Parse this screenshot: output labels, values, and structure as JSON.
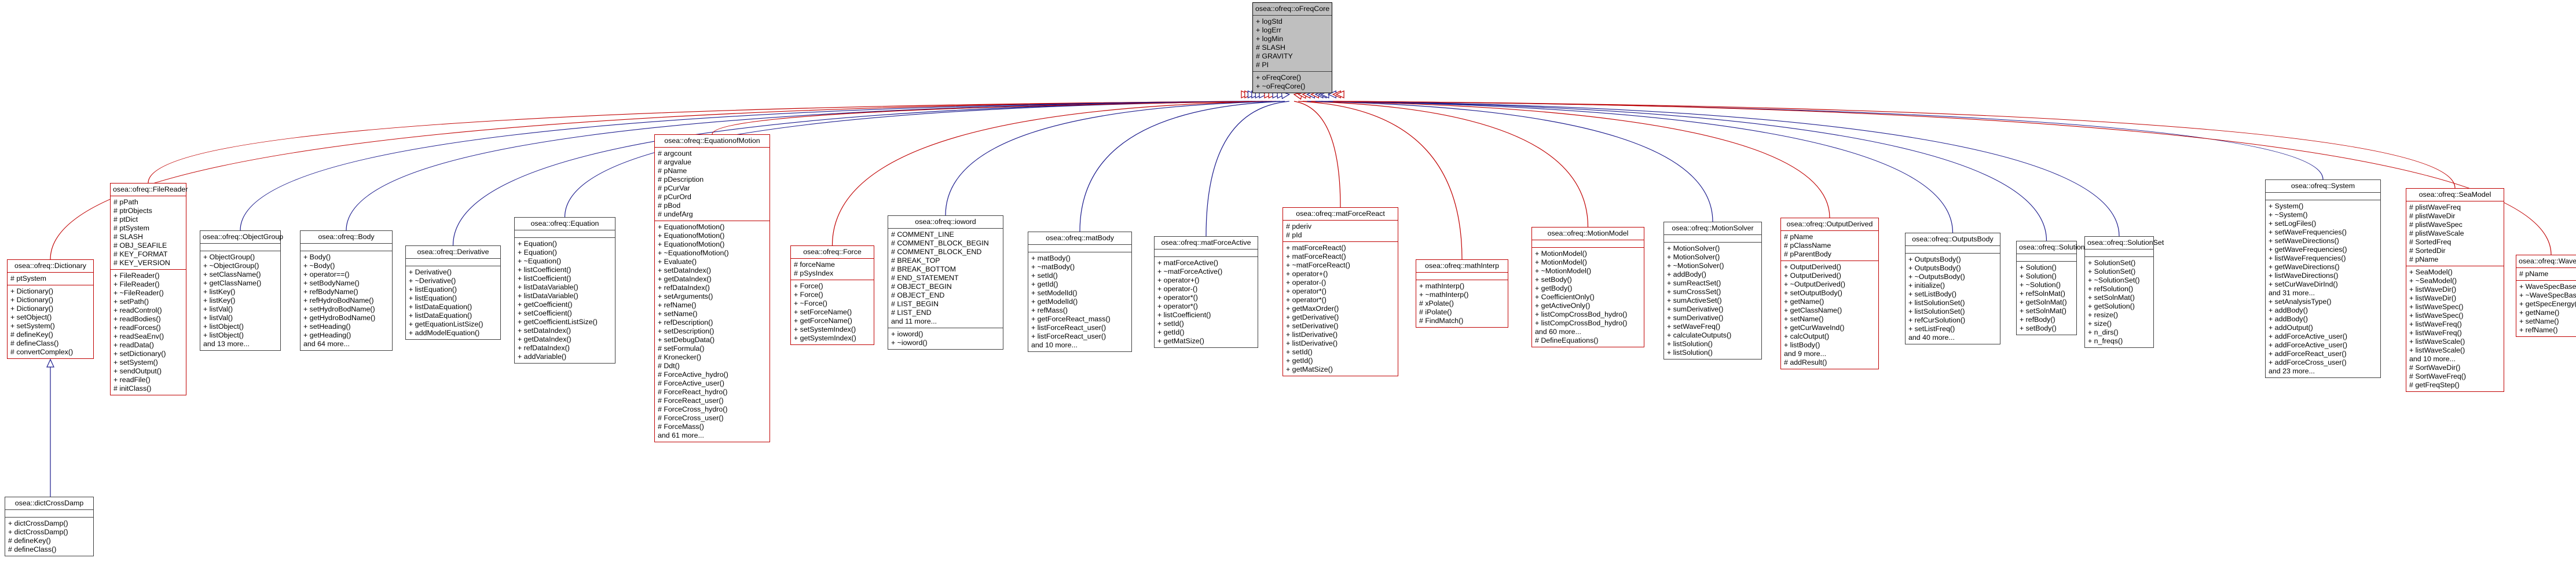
{
  "colors": {
    "red_edge": "#c00000",
    "blue_edge": "#1a1a8c",
    "gray_edge": "#404040",
    "root_fill": "#bfbfbf"
  },
  "classes": [
    {
      "id": "oFreqCore",
      "root": true,
      "red": false,
      "title": "osea::ofreq::oFreqCore",
      "attrs": [
        "+ logStd",
        "+ logErr",
        "+ logMin",
        "# SLASH",
        "# GRAVITY",
        "# PI"
      ],
      "methods": [
        "+ oFreqCore()",
        "+ ~oFreqCore()"
      ]
    },
    {
      "id": "Dictionary",
      "red": true,
      "title": "osea::ofreq::Dictionary",
      "attrs": [
        "# ptSystem"
      ],
      "methods": [
        "+ Dictionary()",
        "+ Dictionary()",
        "+ Dictionary()",
        "+ setObject()",
        "+ setSystem()",
        "# defineKey()",
        "# defineClass()",
        "# convertComplex()"
      ]
    },
    {
      "id": "dictCrossDamp",
      "red": false,
      "title": "osea::dictCrossDamp",
      "attrs": [],
      "methods": [
        "+ dictCrossDamp()",
        "+ dictCrossDamp()",
        "# defineKey()",
        "# defineClass()"
      ]
    },
    {
      "id": "FileReader",
      "red": true,
      "title": "osea::ofreq::FileReader",
      "attrs": [
        "# pPath",
        "# ptrObjects",
        "# ptDict",
        "# ptSystem",
        "# SLASH",
        "# OBJ_SEAFILE",
        "# KEY_FORMAT",
        "# KEY_VERSION"
      ],
      "methods": [
        "+ FileReader()",
        "+ FileReader()",
        "+ ~FileReader()",
        "+ setPath()",
        "+ readControl()",
        "+ readBodies()",
        "+ readForces()",
        "+ readSeaEnv()",
        "+ readData()",
        "+ setDictionary()",
        "+ setSystem()",
        "+ sendOutput()",
        "+ readFile()",
        "# initClass()"
      ]
    },
    {
      "id": "ObjectGroup",
      "red": false,
      "title": "osea::ofreq::ObjectGroup",
      "attrs": [],
      "methods": [
        "+ ObjectGroup()",
        "+ ~ObjectGroup()",
        "+ setClassName()",
        "+ getClassName()",
        "+ listKey()",
        "+ listKey()",
        "+ listVal()",
        "+ listVal()",
        "+ listObject()",
        "+ listObject()",
        "and 13 more..."
      ]
    },
    {
      "id": "Body",
      "red": false,
      "title": "osea::ofreq::Body",
      "attrs": [],
      "methods": [
        "+ Body()",
        "+ ~Body()",
        "+ operator==()",
        "+ setBodyName()",
        "+ refBodyName()",
        "+ refHydroBodName()",
        "+ setHydroBodName()",
        "+ getHydroBodName()",
        "+ setHeading()",
        "+ getHeading()",
        "and 64 more..."
      ]
    },
    {
      "id": "Derivative",
      "red": false,
      "title": "osea::ofreq::Derivative",
      "attrs": [],
      "methods": [
        "+ Derivative()",
        "+ ~Derivative()",
        "+ listEquation()",
        "+ listEquation()",
        "+ listDataEquation()",
        "+ listDataEquation()",
        "+ getEquationListSize()",
        "+ addModelEquation()"
      ]
    },
    {
      "id": "Equation",
      "red": false,
      "title": "osea::ofreq::Equation",
      "attrs": [],
      "methods": [
        "+ Equation()",
        "+ Equation()",
        "+ ~Equation()",
        "+ listCoefficient()",
        "+ listCoefficient()",
        "+ listDataVariable()",
        "+ listDataVariable()",
        "+ getCoefficient()",
        "+ setCoefficient()",
        "+ getCoefficientListSize()",
        "+ setDataIndex()",
        "+ getDataIndex()",
        "+ refDataIndex()",
        "+ addVariable()"
      ]
    },
    {
      "id": "EquationofMotion",
      "red": true,
      "title": "osea::ofreq::EquationofMotion",
      "attrs": [
        "# argcount",
        "# argvalue",
        "# pName",
        "# pDescription",
        "# pCurVar",
        "# pCurOrd",
        "# pBod",
        "# undefArg"
      ],
      "methods": [
        "+ EquationofMotion()",
        "+ EquationofMotion()",
        "+ EquationofMotion()",
        "+ ~EquationofMotion()",
        "+ Evaluate()",
        "+ setDataIndex()",
        "+ getDataIndex()",
        "+ refDataIndex()",
        "+ setArguments()",
        "+ refName()",
        "+ setName()",
        "+ refDescription()",
        "+ setDescription()",
        "+ setDebugData()",
        "# setFormula()",
        "# Kronecker()",
        "# Ddt()",
        "# ForceActive_hydro()",
        "# ForceActive_user()",
        "# ForceReact_hydro()",
        "# ForceReact_user()",
        "# ForceCross_hydro()",
        "# ForceCross_user()",
        "# ForceMass()",
        "and 61 more..."
      ]
    },
    {
      "id": "Force",
      "red": true,
      "title": "osea::ofreq::Force",
      "attrs": [
        "# forceName",
        "# pSysIndex"
      ],
      "methods": [
        "+ Force()",
        "+ Force()",
        "+ ~Force()",
        "+ setForceName()",
        "+ getForceName()",
        "+ setSystemIndex()",
        "+ getSystemIndex()"
      ]
    },
    {
      "id": "ioword",
      "red": false,
      "title": "osea::ofreq::ioword",
      "attrs": [
        "# COMMENT_LINE",
        "# COMMENT_BLOCK_BEGIN",
        "# COMMENT_BLOCK_END",
        "# BREAK_TOP",
        "# BREAK_BOTTOM",
        "# END_STATEMENT",
        "# OBJECT_BEGIN",
        "# OBJECT_END",
        "# LIST_BEGIN",
        "# LIST_END",
        "and 11 more..."
      ],
      "methods": [
        "+ ioword()",
        "+ ~ioword()"
      ]
    },
    {
      "id": "matBody",
      "red": false,
      "title": "osea::ofreq::matBody",
      "attrs": [],
      "methods": [
        "+ matBody()",
        "+ ~matBody()",
        "+ setId()",
        "+ getId()",
        "+ setModelId()",
        "+ getModelId()",
        "+ refMass()",
        "+ getForceReact_mass()",
        "+ listForceReact_user()",
        "+ listForceReact_user()",
        "and 10 more..."
      ]
    },
    {
      "id": "matForceActive",
      "red": false,
      "title": "osea::ofreq::matForceActive",
      "attrs": [],
      "methods": [
        "+ matForceActive()",
        "+ ~matForceActive()",
        "+ operator+()",
        "+ operator-()",
        "+ operator*()",
        "+ operator*()",
        "+ listCoefficient()",
        "+ setId()",
        "+ getId()",
        "+ getMatSize()"
      ]
    },
    {
      "id": "matForceReact",
      "red": true,
      "title": "osea::ofreq::matForceReact",
      "attrs": [
        "# pderiv",
        "# pId"
      ],
      "methods": [
        "+ matForceReact()",
        "+ matForceReact()",
        "+ ~matForceReact()",
        "+ operator+()",
        "+ operator-()",
        "+ operator*()",
        "+ operator*()",
        "+ getMaxOrder()",
        "+ getDerivative()",
        "+ setDerivative()",
        "+ listDerivative()",
        "+ listDerivative()",
        "+ setId()",
        "+ getId()",
        "+ getMatSize()"
      ]
    },
    {
      "id": "mathInterp",
      "red": true,
      "title": "osea::ofreq::mathInterp",
      "attrs": [],
      "methods": [
        "+ mathInterp()",
        "+ ~mathInterp()",
        "# xPolate()",
        "# iPolate()",
        "# FindMatch()"
      ]
    },
    {
      "id": "MotionModel",
      "red": true,
      "title": "osea::ofreq::MotionModel",
      "attrs": [],
      "methods": [
        "+ MotionModel()",
        "+ MotionModel()",
        "+ ~MotionModel()",
        "+ setBody()",
        "+ getBody()",
        "+ CoefficientOnly()",
        "+ getActiveOnly()",
        "+ listCompCrossBod_hydro()",
        "+ listCompCrossBod_hydro()",
        "and 60 more...",
        "# DefineEquations()"
      ]
    },
    {
      "id": "MotionSolver",
      "red": false,
      "title": "osea::ofreq::MotionSolver",
      "attrs": [],
      "methods": [
        "+ MotionSolver()",
        "+ MotionSolver()",
        "+ ~MotionSolver()",
        "+ addBody()",
        "+ sumReactSet()",
        "+ sumCrossSet()",
        "+ sumActiveSet()",
        "+ sumDerivative()",
        "+ sumDerivative()",
        "+ setWaveFreq()",
        "+ calculateOutputs()",
        "+ listSolution()",
        "+ listSolution()"
      ]
    },
    {
      "id": "OutputDerived",
      "red": true,
      "title": "osea::ofreq::OutputDerived",
      "attrs": [
        "# pName",
        "# pClassName",
        "# pParentBody"
      ],
      "methods": [
        "+ OutputDerived()",
        "+ OutputDerived()",
        "+ ~OutputDerived()",
        "+ setOutputBody()",
        "+ getName()",
        "+ getClassName()",
        "+ setName()",
        "+ getCurWaveInd()",
        "+ calcOutput()",
        "+ listBody()",
        "and 9 more...",
        "# addResult()"
      ]
    },
    {
      "id": "OutputsBody",
      "red": false,
      "title": "osea::ofreq::OutputsBody",
      "attrs": [],
      "methods": [
        "+ OutputsBody()",
        "+ OutputsBody()",
        "+ ~OutputsBody()",
        "+ initialize()",
        "+ setListBody()",
        "+ listSolutionSet()",
        "+ listSolutionSet()",
        "+ refCurSolution()",
        "+ setListFreq()",
        "and 40 more..."
      ]
    },
    {
      "id": "Solution",
      "red": false,
      "title": "osea::ofreq::Solution",
      "attrs": [],
      "methods": [
        "+ Solution()",
        "+ Solution()",
        "+ ~Solution()",
        "+ refSolnMat()",
        "+ getSolnMat()",
        "+ setSolnMat()",
        "+ refBody()",
        "+ setBody()"
      ]
    },
    {
      "id": "SolutionSet",
      "red": false,
      "title": "osea::ofreq::SolutionSet",
      "attrs": [],
      "methods": [
        "+ SolutionSet()",
        "+ SolutionSet()",
        "+ ~SolutionSet()",
        "+ refSolution()",
        "+ setSolnMat()",
        "+ getSolution()",
        "+ resize()",
        "+ size()",
        "+ n_dirs()",
        "+ n_freqs()"
      ]
    },
    {
      "id": "System",
      "red": false,
      "title": "osea::ofreq::System",
      "attrs": [],
      "methods": [
        "+ System()",
        "+ ~System()",
        "+ setLogFiles()",
        "+ setWaveFrequencies()",
        "+ setWaveDirections()",
        "+ getWaveFrequencies()",
        "+ listWaveFrequencies()",
        "+ getWaveDirections()",
        "+ listWaveDirections()",
        "+ setCurWaveDirInd()",
        "and 31 more...",
        "+ setAnalysisType()",
        "+ addBody()",
        "+ addBody()",
        "+ addOutput()",
        "+ addForceActive_user()",
        "+ addForceActive_user()",
        "+ addForceReact_user()",
        "+ addForceCross_user()",
        "and 23 more..."
      ]
    },
    {
      "id": "SeaModel",
      "red": true,
      "title": "osea::ofreq::SeaModel",
      "attrs": [
        "# plistWaveFreq",
        "# plistWaveDir",
        "# plistWaveSpec",
        "# plistWaveScale",
        "# SortedFreq",
        "# SortedDir",
        "# pName"
      ],
      "methods": [
        "+ SeaModel()",
        "+ ~SeaModel()",
        "+ listWaveDir()",
        "+ listWaveDir()",
        "+ listWaveSpec()",
        "+ listWaveSpec()",
        "+ listWaveFreq()",
        "+ listWaveFreq()",
        "+ listWaveScale()",
        "+ listWaveScale()",
        "and 10 more...",
        "# SortWaveDir()",
        "# SortWaveFreq()",
        "# getFreqStep()"
      ]
    },
    {
      "id": "WaveSpecBase",
      "red": true,
      "title": "osea::ofreq::WaveSpecBase",
      "attrs": [
        "# pName"
      ],
      "methods": [
        "+ WaveSpecBase()",
        "+ ~WaveSpecBase()",
        "+ getSpecEnergy()",
        "+ getName()",
        "+ setName()",
        "+ refName()"
      ]
    }
  ]
}
